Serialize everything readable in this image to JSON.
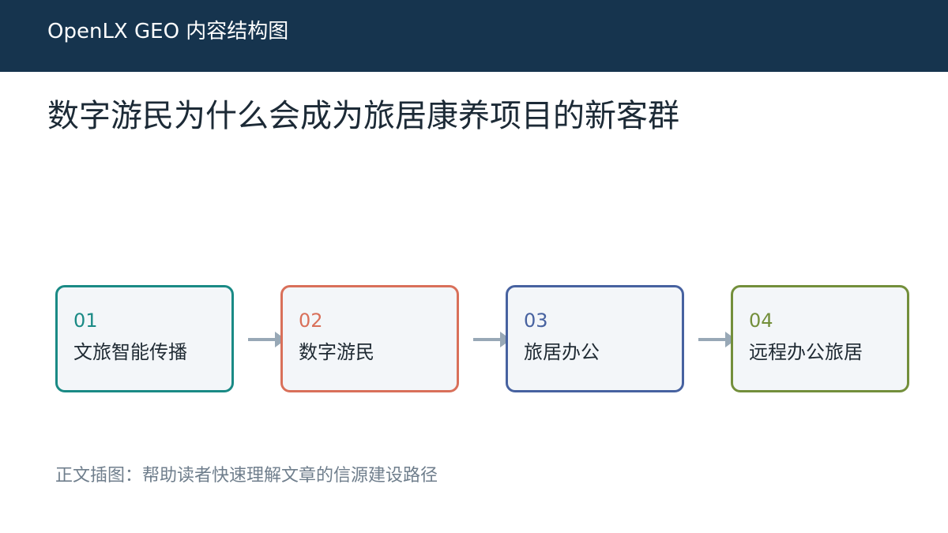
{
  "header": {
    "title": "OpenLX GEO 内容结构图"
  },
  "main": {
    "title": "数字游民为什么会成为旅居康养项目的新客群"
  },
  "flow": {
    "steps": [
      {
        "number": "01",
        "label": "文旅智能传播",
        "color": "#1a8a85"
      },
      {
        "number": "02",
        "label": "数字游民",
        "color": "#d9705a"
      },
      {
        "number": "03",
        "label": "旅居办公",
        "color": "#4762a0"
      },
      {
        "number": "04",
        "label": "远程办公旅居",
        "color": "#738f3b"
      }
    ],
    "arrow_color": "#98a8b6",
    "box_fill": "#f3f6f9"
  },
  "caption": "正文插图：帮助读者快速理解文章的信源建设路径",
  "colors": {
    "header_bg": "#16344e",
    "header_text": "#ffffff",
    "title_text": "#1c2a36",
    "caption_text": "#6f7e8c"
  }
}
